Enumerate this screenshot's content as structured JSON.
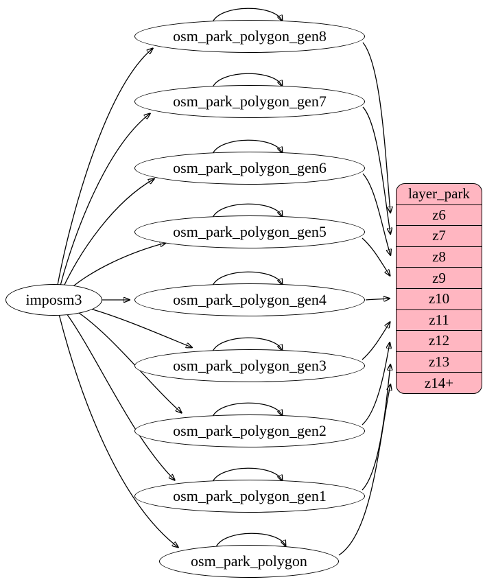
{
  "diagram": {
    "kind": "graphviz-digraph",
    "background_color": "#ffffff",
    "edge_color": "#000000",
    "table_node_fill": "#ffffff",
    "node_border_color": "#000000"
  },
  "source_node": {
    "label": "imposm3"
  },
  "table_nodes": [
    {
      "label": "osm_park_polygon_gen8"
    },
    {
      "label": "osm_park_polygon_gen7"
    },
    {
      "label": "osm_park_polygon_gen6"
    },
    {
      "label": "osm_park_polygon_gen5"
    },
    {
      "label": "osm_park_polygon_gen4"
    },
    {
      "label": "osm_park_polygon_gen3"
    },
    {
      "label": "osm_park_polygon_gen2"
    },
    {
      "label": "osm_park_polygon_gen1"
    },
    {
      "label": "osm_park_polygon"
    }
  ],
  "layer_node": {
    "title": "layer_park",
    "rows": [
      "z6",
      "z7",
      "z8",
      "z9",
      "z10",
      "z11",
      "z12",
      "z13",
      "z14+"
    ],
    "fill_color": "#ffb6c1"
  },
  "edges": [
    {
      "from": "imposm3",
      "to": "osm_park_polygon_gen8"
    },
    {
      "from": "imposm3",
      "to": "osm_park_polygon_gen7"
    },
    {
      "from": "imposm3",
      "to": "osm_park_polygon_gen6"
    },
    {
      "from": "imposm3",
      "to": "osm_park_polygon_gen5"
    },
    {
      "from": "imposm3",
      "to": "osm_park_polygon_gen4"
    },
    {
      "from": "imposm3",
      "to": "osm_park_polygon_gen3"
    },
    {
      "from": "imposm3",
      "to": "osm_park_polygon_gen2"
    },
    {
      "from": "imposm3",
      "to": "osm_park_polygon_gen1"
    },
    {
      "from": "imposm3",
      "to": "osm_park_polygon"
    },
    {
      "from": "osm_park_polygon_gen8",
      "to": "osm_park_polygon_gen8",
      "type": "self-loop"
    },
    {
      "from": "osm_park_polygon_gen7",
      "to": "osm_park_polygon_gen7",
      "type": "self-loop"
    },
    {
      "from": "osm_park_polygon_gen6",
      "to": "osm_park_polygon_gen6",
      "type": "self-loop"
    },
    {
      "from": "osm_park_polygon_gen5",
      "to": "osm_park_polygon_gen5",
      "type": "self-loop"
    },
    {
      "from": "osm_park_polygon_gen4",
      "to": "osm_park_polygon_gen4",
      "type": "self-loop"
    },
    {
      "from": "osm_park_polygon_gen3",
      "to": "osm_park_polygon_gen3",
      "type": "self-loop"
    },
    {
      "from": "osm_park_polygon_gen2",
      "to": "osm_park_polygon_gen2",
      "type": "self-loop"
    },
    {
      "from": "osm_park_polygon_gen1",
      "to": "osm_park_polygon_gen1",
      "type": "self-loop"
    },
    {
      "from": "osm_park_polygon",
      "to": "osm_park_polygon",
      "type": "self-loop"
    },
    {
      "from": "osm_park_polygon_gen8",
      "to": "layer_park:z6"
    },
    {
      "from": "osm_park_polygon_gen7",
      "to": "layer_park:z7"
    },
    {
      "from": "osm_park_polygon_gen6",
      "to": "layer_park:z8"
    },
    {
      "from": "osm_park_polygon_gen5",
      "to": "layer_park:z9"
    },
    {
      "from": "osm_park_polygon_gen4",
      "to": "layer_park:z10"
    },
    {
      "from": "osm_park_polygon_gen3",
      "to": "layer_park:z11"
    },
    {
      "from": "osm_park_polygon_gen2",
      "to": "layer_park:z12"
    },
    {
      "from": "osm_park_polygon_gen1",
      "to": "layer_park:z13"
    },
    {
      "from": "osm_park_polygon",
      "to": "layer_park:z14+"
    }
  ]
}
